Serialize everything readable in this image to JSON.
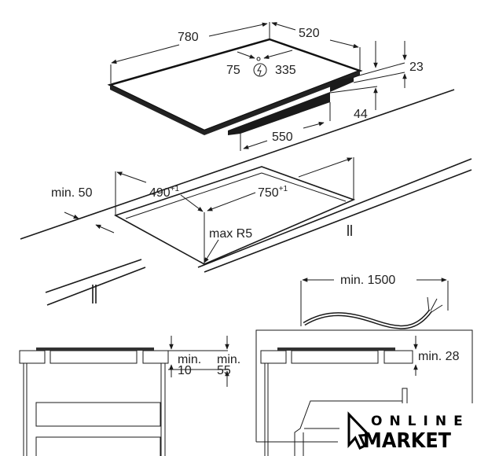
{
  "hob_dimensions": {
    "width": "780",
    "depth": "520",
    "connection_left": "75",
    "connection_right": "335",
    "glass_thickness": "23",
    "body_height": "44",
    "body_width": "550"
  },
  "cutout": {
    "depth": "490",
    "width": "750",
    "tolerance": "+1",
    "min_edge": "min. 50",
    "corner_radius": "max R5"
  },
  "clearances": {
    "min_label": "min.",
    "drawer_gap": "10",
    "drawer_gap_total": "55",
    "oven_gap": "min. 28",
    "cable_length": "min. 1500"
  },
  "icons": {
    "power": "lightning-in-circle-icon"
  },
  "watermark": {
    "line1": "ONLINE",
    "line2": "MARKET"
  }
}
